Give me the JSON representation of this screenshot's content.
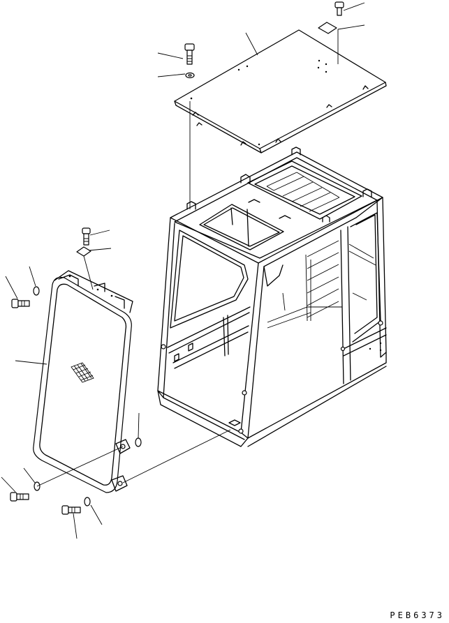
{
  "drawing_code": "PEB6373",
  "parts": [
    "top-cover-plate",
    "cover-bolt",
    "cover-washer",
    "cover-tag",
    "cab-frame",
    "side-window-panel",
    "panel-bolt",
    "panel-washer",
    "panel-tag"
  ],
  "colors": {
    "line": "#000000",
    "background": "#ffffff"
  }
}
